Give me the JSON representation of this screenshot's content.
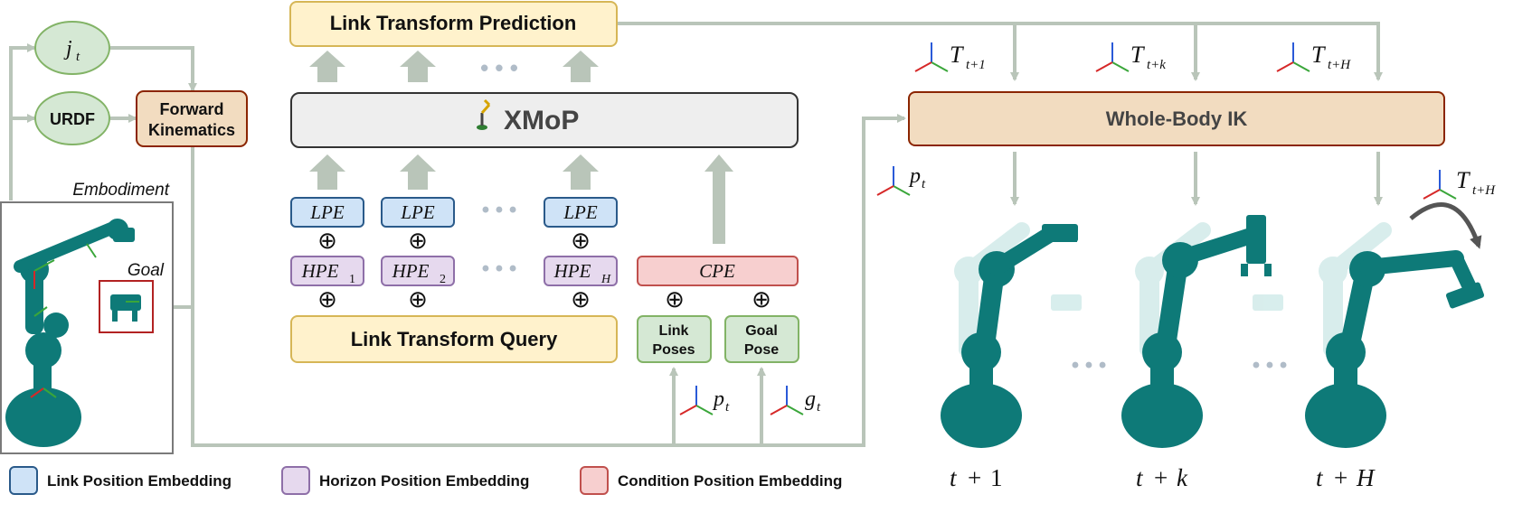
{
  "inputs": {
    "joint_state": {
      "symbol": "j",
      "subscript": "t"
    },
    "urdf": "URDF",
    "forward_kinematics": [
      "Forward",
      "Kinematics"
    ]
  },
  "embodiment": {
    "title": "Embodiment",
    "goal_label": "Goal"
  },
  "model": {
    "name": "XMoP",
    "prediction_label": "Link Transform Prediction",
    "query_label": "Link Transform Query",
    "lpe": "LPE",
    "hpe": [
      "HPE",
      "1",
      "HPE",
      "2",
      "HPE",
      "H"
    ],
    "cpe": "CPE",
    "link_poses": [
      "Link",
      "Poses"
    ],
    "goal_pose": [
      "Goal",
      "Pose"
    ],
    "oplus": "⊕",
    "ellipsis": "• • •"
  },
  "symbols": {
    "p": "p",
    "g": "g",
    "t": "t",
    "T": "T",
    "t_plus_1": "t+1",
    "t_plus_k": "t+k",
    "t_plus_H": "t+H"
  },
  "ik": {
    "label": "Whole-Body IK"
  },
  "timesteps": [
    {
      "t": "t",
      "op": "+",
      "v": "1"
    },
    {
      "t": "t",
      "op": "+",
      "v": "k"
    },
    {
      "t": "t",
      "op": "+",
      "v": "H"
    }
  ],
  "legend": [
    {
      "label": "Link Position Embedding",
      "fill": "#cfe3f7",
      "stroke": "#2a5a8a"
    },
    {
      "label": "Horizon Position Embedding",
      "fill": "#e6d9ee",
      "stroke": "#8e6fa8"
    },
    {
      "label": "Condition Position Embedding",
      "fill": "#f7cfcf",
      "stroke": "#c0504d"
    }
  ],
  "colors": {
    "arrow": "#b9c5b9",
    "robot": "#0e7a78",
    "robot_ghost": "#a9d9d6",
    "green_fill": "#d5e8d4",
    "green_stroke": "#82b366",
    "yellow_fill": "#fff2cc",
    "yellow_stroke": "#d6b656",
    "orange_fill": "#f2dcc0",
    "orange_stroke": "#8b2500"
  }
}
